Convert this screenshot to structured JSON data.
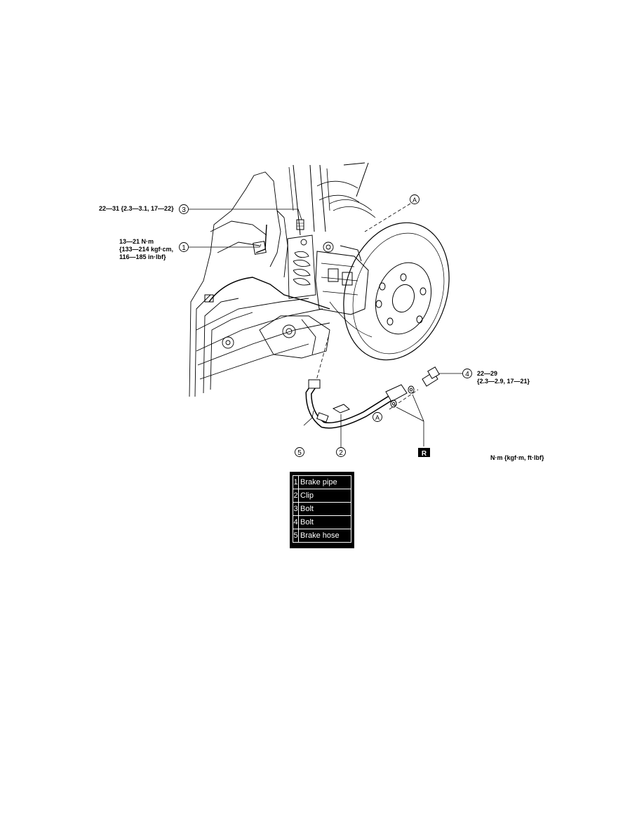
{
  "torque_labels": {
    "bolt3": "22—31 {2.3—3.1, 17—22}",
    "pipe1_line1": "13—21 N·m",
    "pipe1_line2": "{133—214 kgf·cm,",
    "pipe1_line3": "116—185 in·lbf}",
    "bolt4_line1": "22—29",
    "bolt4_line2": "{2.3—2.9, 17—21}",
    "units": "N·m {kgf·m, ft·lbf}"
  },
  "callouts": {
    "n1": "1",
    "n2": "2",
    "n3": "3",
    "n4": "4",
    "n5": "5",
    "a_top": "A",
    "a_bottom": "A",
    "replace_mark": "R"
  },
  "legend": [
    {
      "num": "1",
      "label": "Brake pipe"
    },
    {
      "num": "2",
      "label": "Clip"
    },
    {
      "num": "3",
      "label": "Bolt"
    },
    {
      "num": "4",
      "label": "Bolt"
    },
    {
      "num": "5",
      "label": "Brake hose"
    }
  ]
}
